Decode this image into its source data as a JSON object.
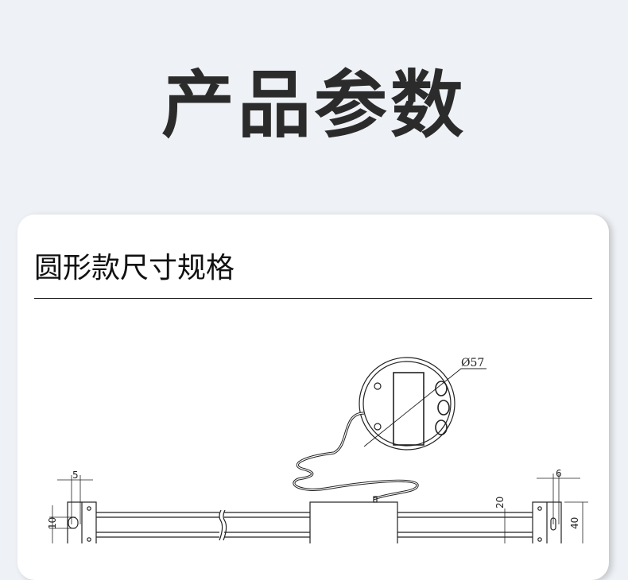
{
  "header": {
    "title": "产品参数"
  },
  "section": {
    "title": "圆形款尺寸规格"
  },
  "drawing": {
    "dimensions": {
      "diameter": "Ø57",
      "left_slot_width": "5",
      "left_slot_height": "10",
      "right_slot_width": "6",
      "rail_height": "20",
      "bracket_height": "40"
    }
  }
}
